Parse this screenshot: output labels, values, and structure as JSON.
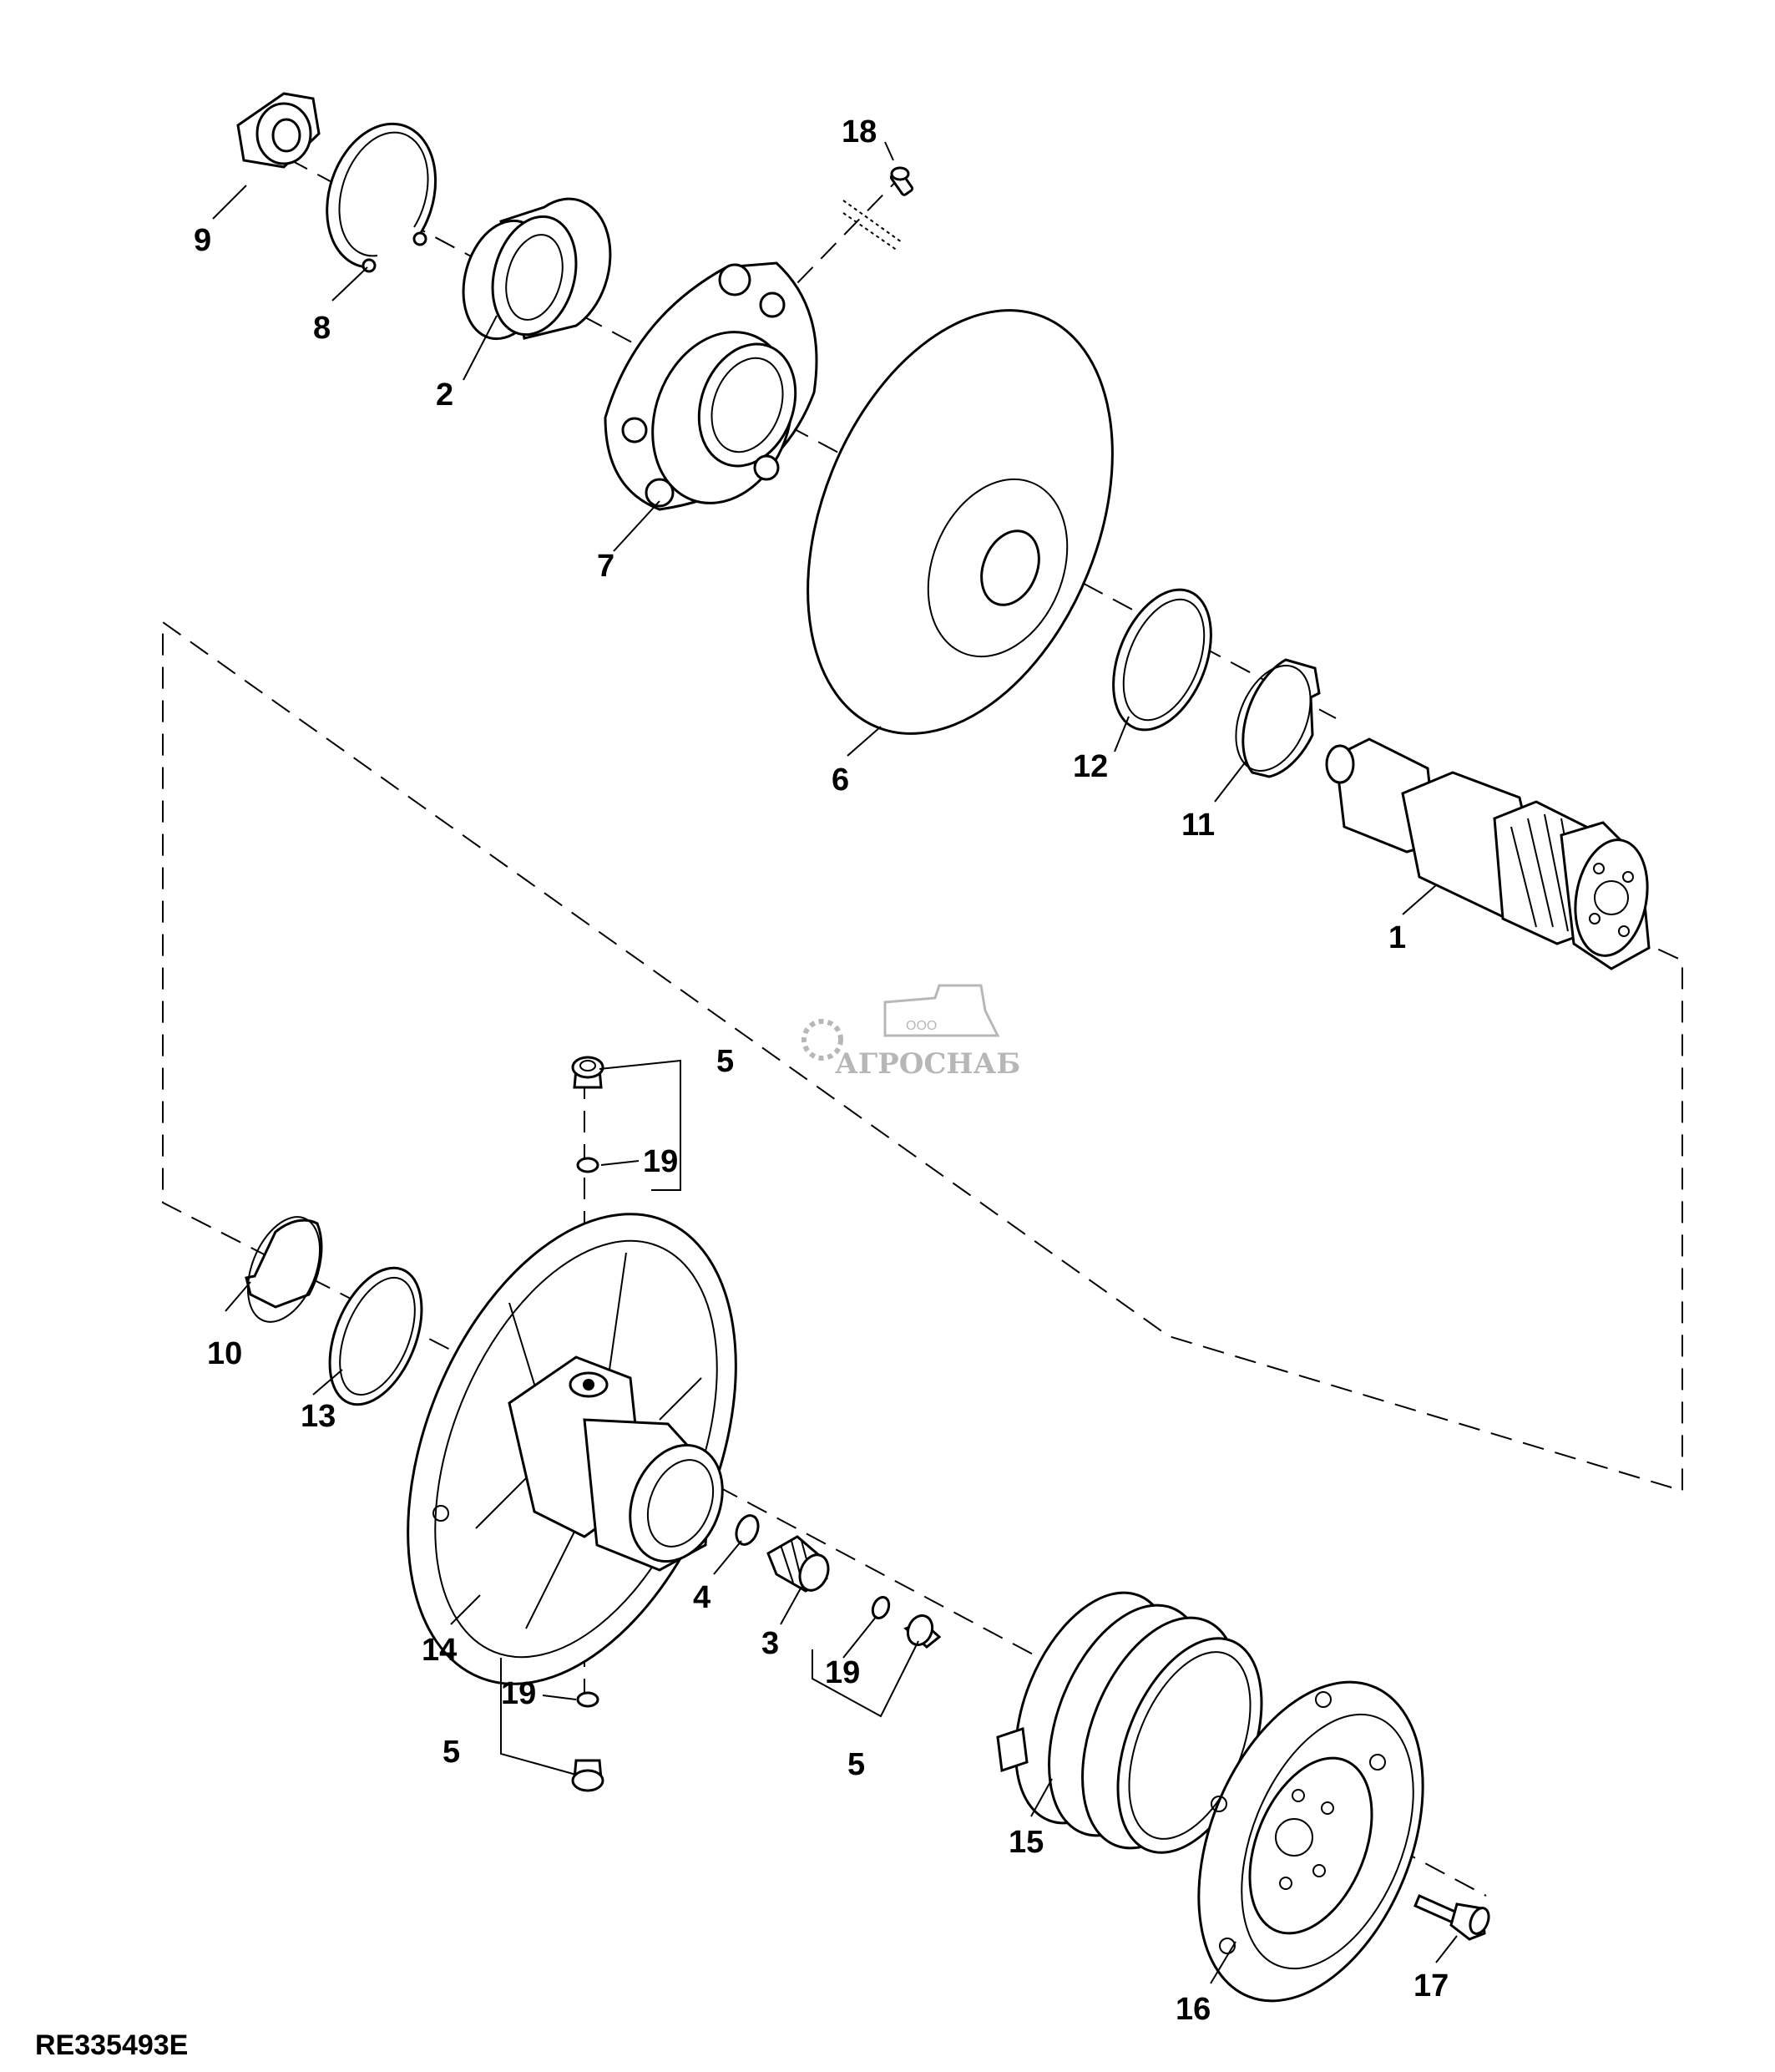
{
  "diagram": {
    "reference_code": "RE335493E",
    "watermark": {
      "brand": "АГРОСНАБ",
      "prefix": "ООО"
    },
    "callouts": [
      {
        "id": "9",
        "text": "9"
      },
      {
        "id": "8",
        "text": "8"
      },
      {
        "id": "2",
        "text": "2"
      },
      {
        "id": "18",
        "text": "18"
      },
      {
        "id": "7",
        "text": "7"
      },
      {
        "id": "6",
        "text": "6"
      },
      {
        "id": "12",
        "text": "12"
      },
      {
        "id": "11",
        "text": "11"
      },
      {
        "id": "1",
        "text": "1"
      },
      {
        "id": "5a",
        "text": "5"
      },
      {
        "id": "19a",
        "text": "19"
      },
      {
        "id": "10",
        "text": "10"
      },
      {
        "id": "13",
        "text": "13"
      },
      {
        "id": "14",
        "text": "14"
      },
      {
        "id": "4",
        "text": "4"
      },
      {
        "id": "3",
        "text": "3"
      },
      {
        "id": "19b",
        "text": "19"
      },
      {
        "id": "5b",
        "text": "5"
      },
      {
        "id": "19c",
        "text": "19"
      },
      {
        "id": "5c",
        "text": "5"
      },
      {
        "id": "15",
        "text": "15"
      },
      {
        "id": "16",
        "text": "16"
      },
      {
        "id": "17",
        "text": "17"
      }
    ]
  }
}
